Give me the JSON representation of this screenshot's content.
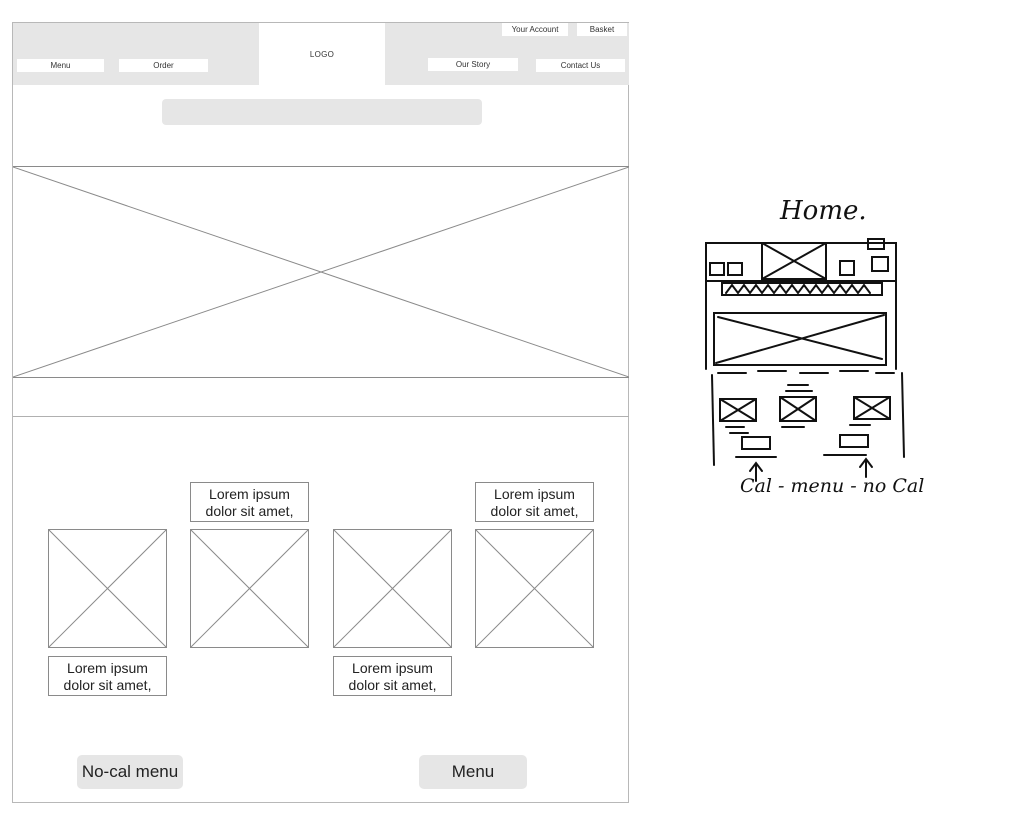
{
  "wireframe": {
    "header": {
      "logo": "LOGO",
      "nav_left": [
        {
          "label": "Menu"
        },
        {
          "label": "Order"
        }
      ],
      "nav_right_top": [
        {
          "label": "Your Account"
        },
        {
          "label": "Basket"
        }
      ],
      "nav_right_bottom": [
        {
          "label": "Our Story"
        },
        {
          "label": "Contact Us"
        }
      ]
    },
    "products": [
      {
        "caption_line1": "Lorem ipsum",
        "caption_line2": "dolor sit amet,",
        "caption_position": "below"
      },
      {
        "caption_line1": "Lorem ipsum",
        "caption_line2": "dolor sit amet,",
        "caption_position": "above"
      },
      {
        "caption_line1": "Lorem ipsum",
        "caption_line2": "dolor sit amet,",
        "caption_position": "below"
      },
      {
        "caption_line1": "Lorem ipsum",
        "caption_line2": "dolor sit amet,",
        "caption_position": "above"
      }
    ],
    "buttons": {
      "no_cal_menu": "No-cal menu",
      "menu": "Menu"
    }
  },
  "sketch": {
    "title": "Home.",
    "note": "Cal - menu - no Cal"
  },
  "colors": {
    "wire_fill": "#e6e6e6",
    "wire_stroke": "#8a8a8a",
    "ink": "#111111"
  }
}
